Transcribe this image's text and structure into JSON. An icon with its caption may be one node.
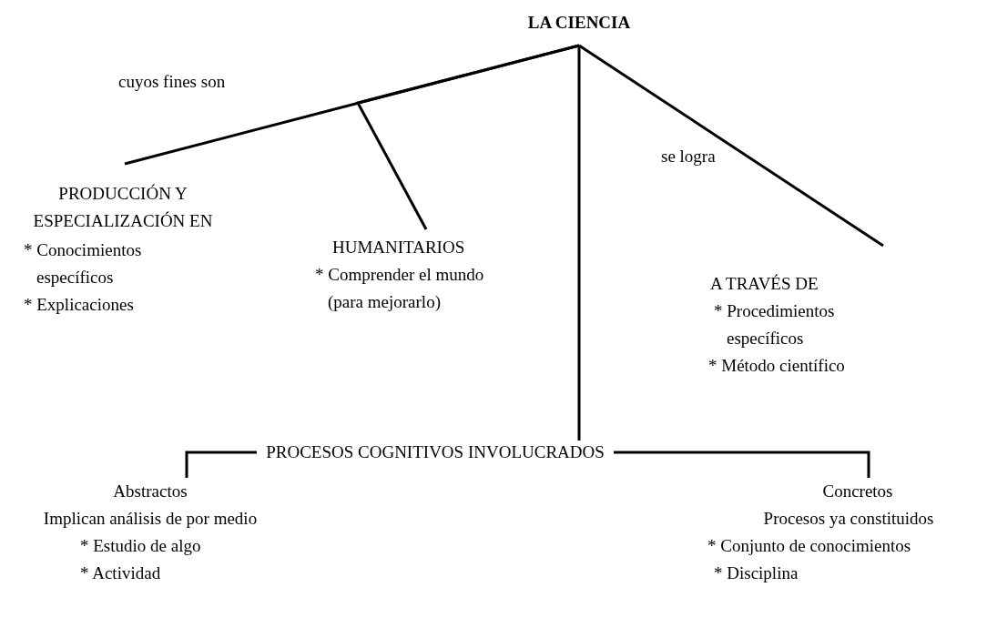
{
  "diagram": {
    "nodes": [
      {
        "text": [
          "LA CIENCIA"
        ]
      },
      {
        "text": [
          "PRODUCCIÓN Y ESPECIALIZACIÓN EN",
          "* Conocimientos específicos",
          "* Explicaciones"
        ]
      },
      {
        "text": [
          "HUMANITARIOS",
          "* Comprender el mundo (para mejorarlo)"
        ]
      },
      {
        "text": [
          "A TRAVÉS DE",
          "* Procedimientos específicos",
          "* Método científico"
        ]
      },
      {
        "text": [
          "PROCESOS COGNITIVOS INVOLUCRADOS"
        ]
      },
      {
        "text": [
          "Abstractos",
          "Implican análisis de por medio",
          "* Estudio de algo",
          "* Actividad"
        ]
      },
      {
        "text": [
          "Concretos",
          "Procesos ya constituidos",
          "* Conjunto de conocimientos",
          "* Disciplina"
        ]
      }
    ],
    "edges": [
      {
        "from": 0,
        "to": 1,
        "arrow": "none",
        "label": "cuyos fines son"
      },
      {
        "from": 0,
        "to": 2,
        "arrow": "none"
      },
      {
        "from": 0,
        "to": 3,
        "arrow": "none",
        "label": "se logra"
      },
      {
        "from": 0,
        "to": 4,
        "arrow": "none"
      },
      {
        "from": 4,
        "to": 5,
        "arrow": "none"
      },
      {
        "from": 4,
        "to": 6,
        "arrow": "none"
      }
    ]
  }
}
